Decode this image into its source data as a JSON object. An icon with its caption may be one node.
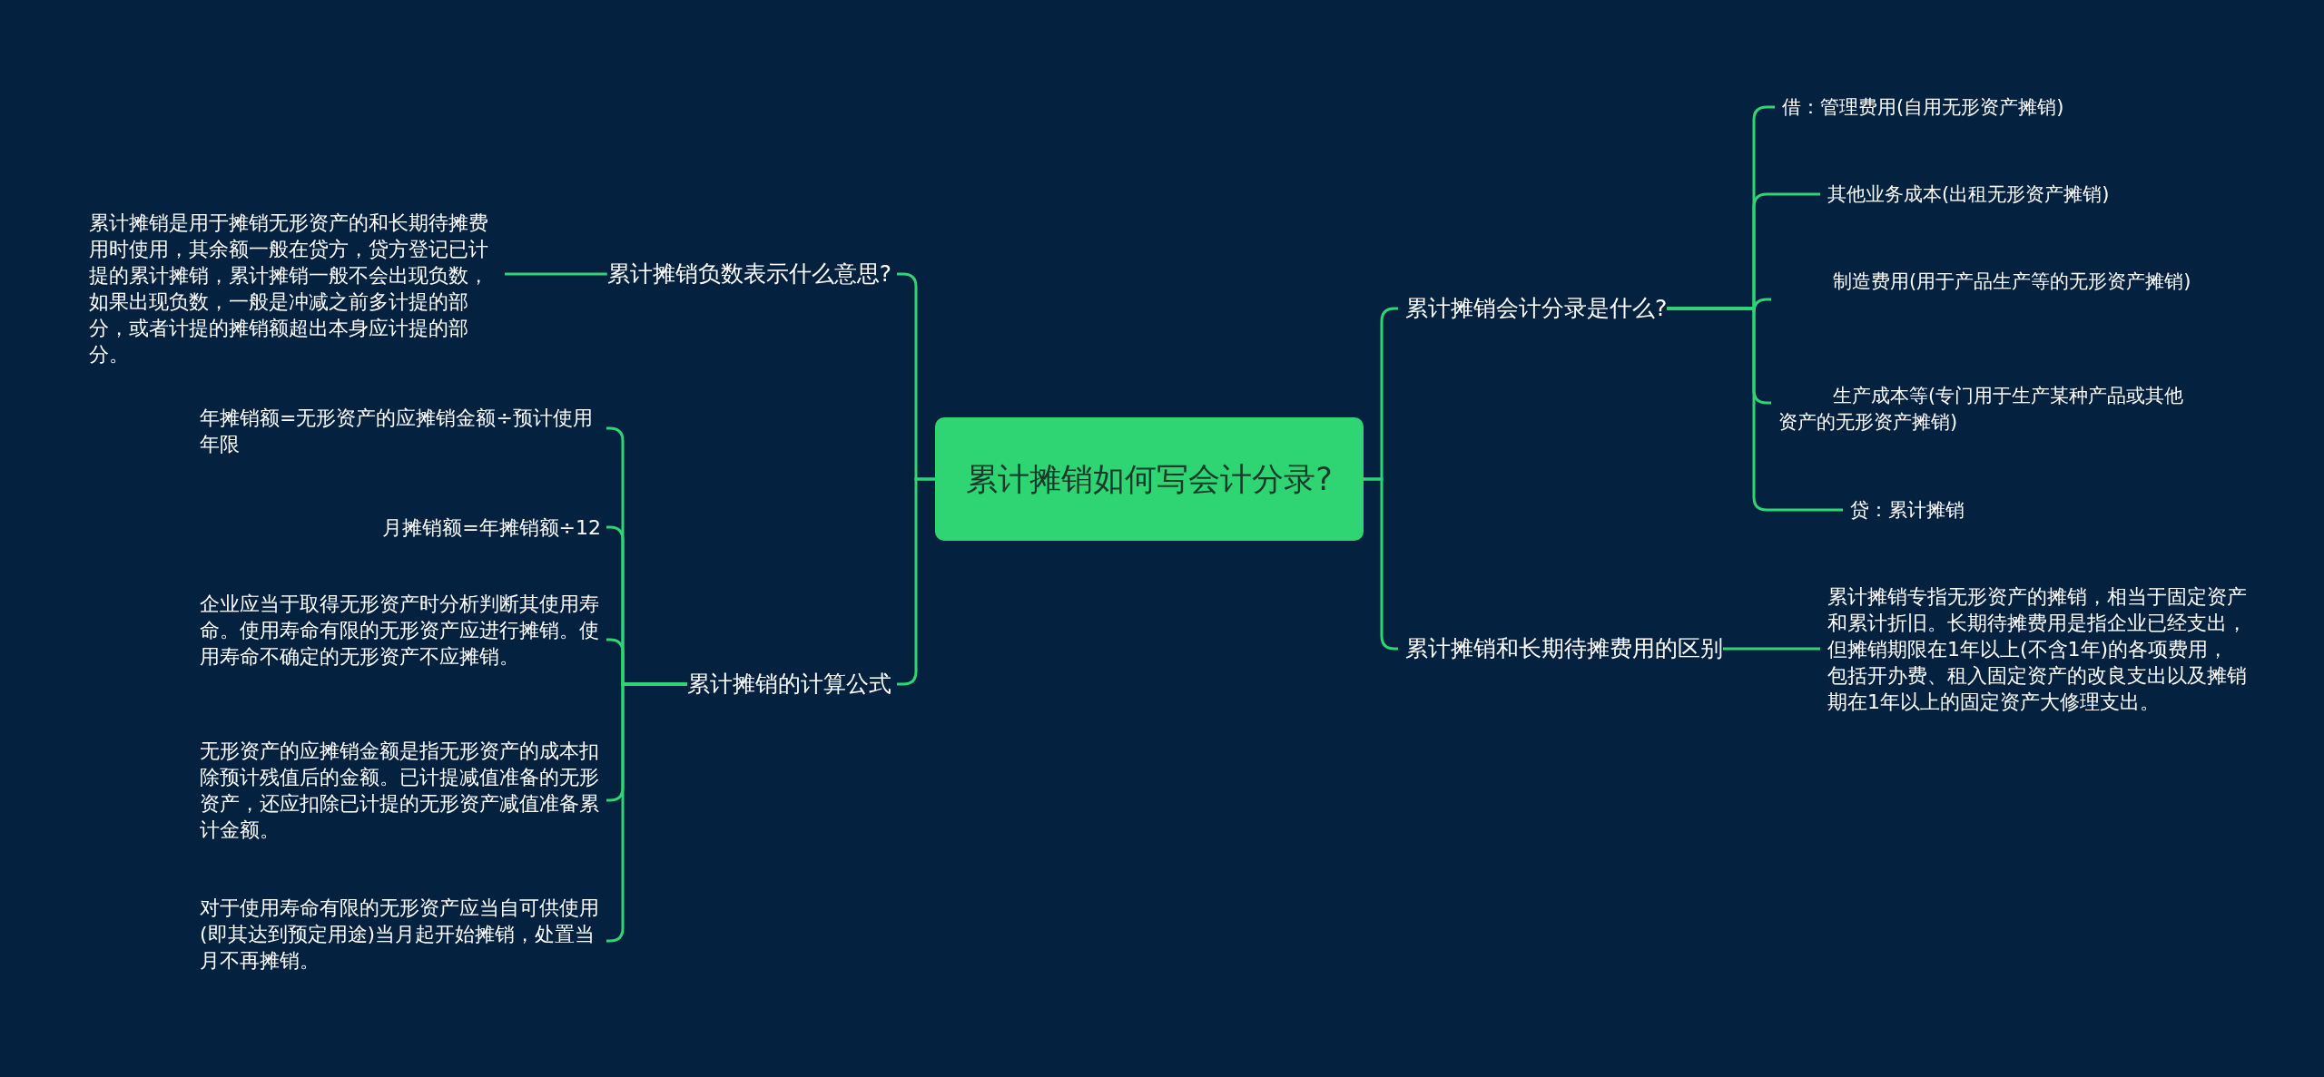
{
  "diagram": {
    "nodes": [
      {
        "text": [
          "累计摊销如何写会计分录?"
        ]
      },
      {
        "text": [
          "累计摊销负数表示什么意思?"
        ]
      },
      {
        "text": [
          "累计摊销是用于摊销无形资产的和长期待摊费用时使用，其余额一般在贷方，贷方登记已计提的累计摊销，累计摊销一般不会出现负数，如果出现负数，一般是冲减之前多计提的部分，或者计提的摊销额超出本身应计提的部分。"
        ]
      },
      {
        "text": [
          "累计摊销的计算公式"
        ]
      },
      {
        "text": [
          "年摊销额=无形资产的应摊销金额÷预计使用年限"
        ]
      },
      {
        "text": [
          "月摊销额=年摊销额÷12"
        ]
      },
      {
        "text": [
          "企业应当于取得无形资产时分析判断其使用寿命。使用寿命有限的无形资产应进行摊销。使用寿命不确定的无形资产不应摊销。"
        ]
      },
      {
        "text": [
          "无形资产的应摊销金额是指无形资产的成本扣除预计残值后的金额。已计提减值准备的无形资产，还应扣除已计提的无形资产减值准备累计金额。"
        ]
      },
      {
        "text": [
          "对于使用寿命有限的无形资产应当自可供使用(即其达到预定用途)当月起开始摊销，处置当月不再摊销。"
        ]
      },
      {
        "text": [
          "累计摊销会计分录是什么?"
        ]
      },
      {
        "text": [
          "借：管理费用(自用无形资产摊销)"
        ]
      },
      {
        "text": [
          "其他业务成本(出租无形资产摊销)"
        ]
      },
      {
        "text": [
          "制造费用(用于产品生产等的无形资产摊销)"
        ]
      },
      {
        "text": [
          "生产成本等(专门用于生产某种产品或其他资产的无形资产摊销)"
        ]
      },
      {
        "text": [
          "贷：累计摊销"
        ]
      },
      {
        "text": [
          "累计摊销和长期待摊费用的区别"
        ]
      },
      {
        "text": [
          "累计摊销专指无形资产的摊销，相当于固定资产和累计折旧。长期待摊费用是指企业已经支出，但摊销期限在1年以上(不含1年)的各项费用，包括开办费、租入固定资产的改良支出以及摊销期在1年以上的固定资产大修理支出。"
        ]
      }
    ],
    "edges": [
      {
        "from": 0,
        "to": 1,
        "arrow": "none"
      },
      {
        "from": 1,
        "to": 2,
        "arrow": "none"
      },
      {
        "from": 0,
        "to": 3,
        "arrow": "none"
      },
      {
        "from": 3,
        "to": 4,
        "arrow": "none"
      },
      {
        "from": 3,
        "to": 5,
        "arrow": "none"
      },
      {
        "from": 3,
        "to": 6,
        "arrow": "none"
      },
      {
        "from": 3,
        "to": 7,
        "arrow": "none"
      },
      {
        "from": 3,
        "to": 8,
        "arrow": "none"
      },
      {
        "from": 0,
        "to": 9,
        "arrow": "none"
      },
      {
        "from": 9,
        "to": 10,
        "arrow": "none"
      },
      {
        "from": 9,
        "to": 11,
        "arrow": "none"
      },
      {
        "from": 9,
        "to": 12,
        "arrow": "none"
      },
      {
        "from": 9,
        "to": 13,
        "arrow": "none"
      },
      {
        "from": 9,
        "to": 14,
        "arrow": "none"
      },
      {
        "from": 0,
        "to": 15,
        "arrow": "none"
      },
      {
        "from": 15,
        "to": 16,
        "arrow": "none"
      }
    ]
  }
}
